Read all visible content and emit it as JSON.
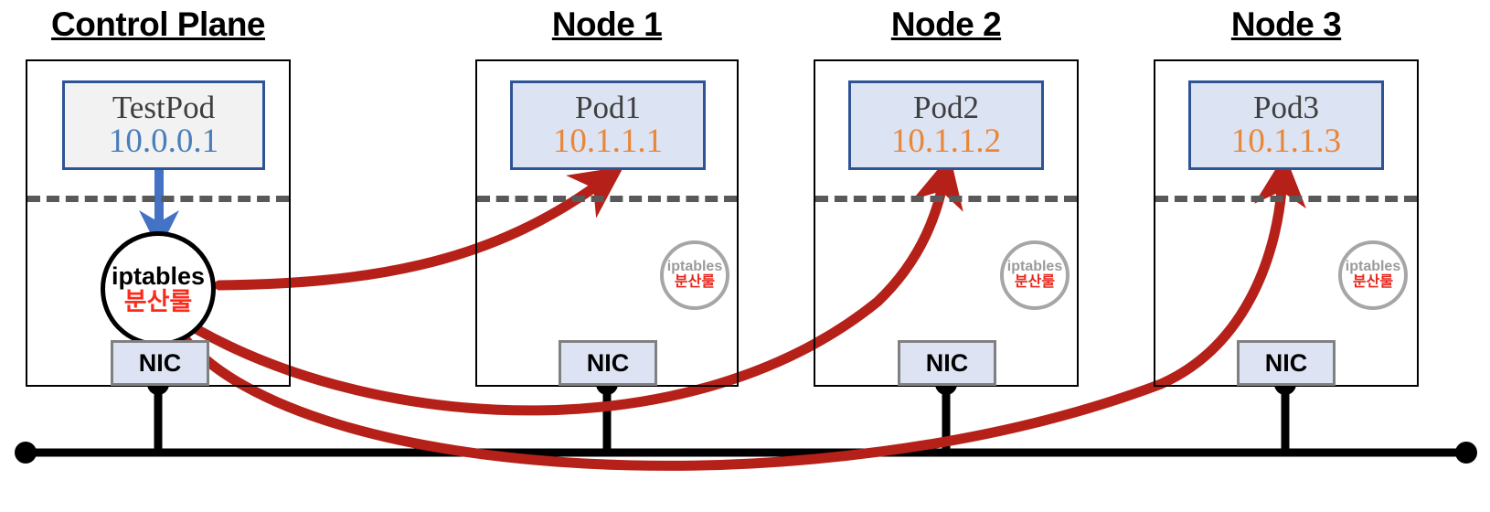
{
  "diagram": {
    "title_underline": true,
    "colors": {
      "node_border": "#000000",
      "pod_border": "#2e5496",
      "pod_fill_testpod": "#f2f2f2",
      "pod_fill": "#dce3f2",
      "nic_fill": "#dde3f3",
      "nic_border": "#808080",
      "dashed_separator": "#595959",
      "red_arrow": "#b52119",
      "blue_arrow": "#4472c4",
      "ip_blue": "#4a7ebb",
      "ip_orange": "#e8873a",
      "rule_red": "#fb2b1c",
      "ghost_gray": "#a6a6a6",
      "bus_line": "#000000"
    },
    "nodes": [
      {
        "id": "control-plane",
        "title": "Control Plane",
        "pod": {
          "name": "TestPod",
          "ip": "10.0.0.1",
          "ip_color": "#4a7ebb",
          "fill": "#f2f2f2"
        },
        "nic": {
          "label": "NIC"
        },
        "iptables": {
          "label": "iptables",
          "rule": "분산룰",
          "style": "main"
        }
      },
      {
        "id": "node-1",
        "title": "Node 1",
        "pod": {
          "name": "Pod1",
          "ip": "10.1.1.1",
          "ip_color": "#e8873a",
          "fill": "#dce3f2"
        },
        "nic": {
          "label": "NIC"
        },
        "iptables": {
          "label": "iptables",
          "rule": "분산룰",
          "style": "ghost"
        }
      },
      {
        "id": "node-2",
        "title": "Node 2",
        "pod": {
          "name": "Pod2",
          "ip": "10.1.1.2",
          "ip_color": "#e8873a",
          "fill": "#dce3f2"
        },
        "nic": {
          "label": "NIC"
        },
        "iptables": {
          "label": "iptables",
          "rule": "분산룰",
          "style": "ghost"
        }
      },
      {
        "id": "node-3",
        "title": "Node 3",
        "pod": {
          "name": "Pod3",
          "ip": "10.1.1.3",
          "ip_color": "#e8873a",
          "fill": "#dce3f2"
        },
        "nic": {
          "label": "NIC"
        },
        "iptables": {
          "label": "iptables",
          "rule": "분산룰",
          "style": "ghost"
        }
      }
    ],
    "arrows": {
      "blue_pod_to_iptables": {
        "from": "TestPod",
        "to": "iptables",
        "color": "#4472c4"
      },
      "red_traffic": [
        {
          "from": "iptables",
          "to": "Pod1",
          "color": "#b52119"
        },
        {
          "from": "iptables",
          "to": "Pod2",
          "color": "#b52119"
        },
        {
          "from": "iptables",
          "to": "Pod3",
          "color": "#b52119"
        }
      ]
    },
    "network_bus": {
      "label": "",
      "color": "#000000"
    }
  }
}
